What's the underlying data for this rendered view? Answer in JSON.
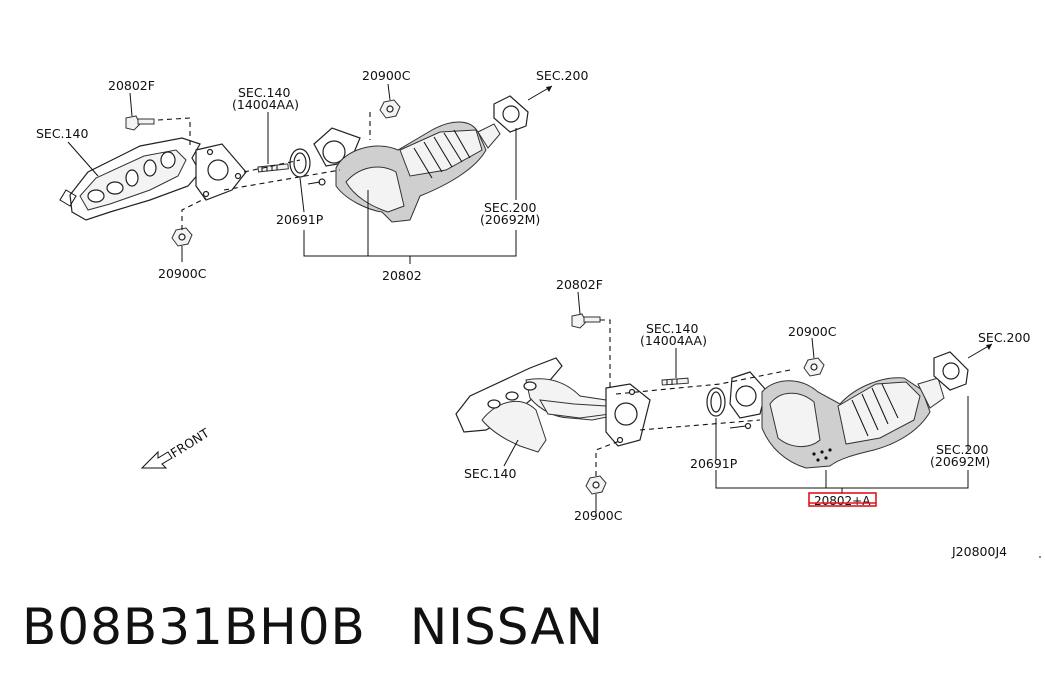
{
  "labels": {
    "top": {
      "bolt": "20802F",
      "sec140_left": "SEC.140",
      "stud_line1": "SEC.140",
      "stud_line2": "(14004AA)",
      "nut_top": "20900C",
      "sec200_arrow": "SEC.200",
      "sec200_gasket_line1": "SEC.200",
      "sec200_gasket_line2": "(20692M)",
      "gasket": "20691P",
      "nut_bottom": "20900C",
      "assembly": "20802"
    },
    "bottom": {
      "bolt": "20802F",
      "stud_line1": "SEC.140",
      "stud_line2": "(14004AA)",
      "nut_top": "20900C",
      "sec200_arrow": "SEC.200",
      "sec140": "SEC.140",
      "sec200_gasket_line1": "SEC.200",
      "sec200_gasket_line2": "(20692M)",
      "gasket": "20691P",
      "nut_bottom": "20900C",
      "assembly_highlighted": "20802+A"
    },
    "front": "FRONT",
    "diagram_code": "J20800J4"
  },
  "footer": {
    "part_number": "B08B31BH0B",
    "brand": "NISSAN"
  },
  "colors": {
    "line": "#111111",
    "highlight_box": "#e0151b"
  }
}
